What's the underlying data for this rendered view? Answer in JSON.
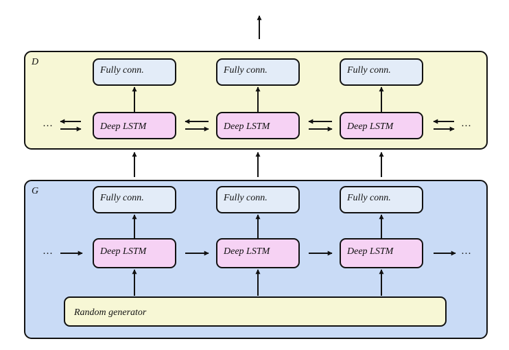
{
  "panel_d": {
    "label": "D"
  },
  "panel_g": {
    "label": "G"
  },
  "fully_connected_label": "Fully conn.",
  "deep_lstm_label": "Deep LSTM",
  "random_generator_label": "Random generator",
  "ellipsis": "···",
  "colors": {
    "panel_d_fill": "#f7f7d5",
    "panel_g_fill": "#c9dbf6",
    "fc_fill": "#e3ecf8",
    "lstm_fill": "#f6d2f4",
    "random_fill": "#f7f7d5",
    "stroke": "#111111"
  }
}
